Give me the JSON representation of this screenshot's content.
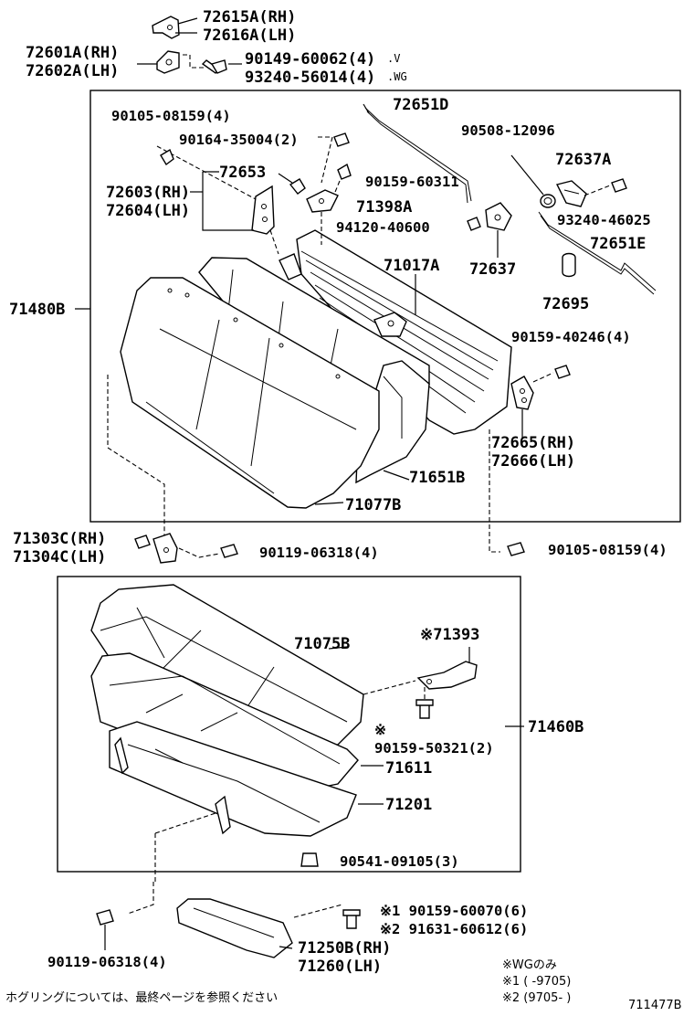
{
  "labels": {
    "p72615A": "72615A(RH)",
    "p72616A": "72616A(LH)",
    "p72601A": "72601A(RH)",
    "p72602A": "72602A(LH)",
    "p90149": "90149-60062(4)",
    "p90149_suffix": ".V",
    "p93240a": "93240-56014(4)",
    "p93240a_suffix": ".WG",
    "p90105top": "90105-08159(4)",
    "p72651D": "72651D",
    "p90508": "90508-12096",
    "p90164": "90164-35004(2)",
    "p72637A": "72637A",
    "p72653": "72653",
    "p90159_60311": "90159-60311",
    "p72603": "72603(RH)",
    "p72604": "72604(LH)",
    "p71398A": "71398A",
    "p93240b": "93240-46025",
    "p94120": "94120-40600",
    "p72651E": "72651E",
    "p71017A": "71017A",
    "p72637": "72637",
    "p71480B": "71480B",
    "p72695": "72695",
    "p90159_40246": "90159-40246(4)",
    "p72665": "72665(RH)",
    "p72666": "72666(LH)",
    "p71651B": "71651B",
    "p71077B": "71077B",
    "p71303C": "71303C(RH)",
    "p71304C": "71304C(LH)",
    "p90119mid": "90119-06318(4)",
    "p90105bot": "90105-08159(4)",
    "p71393": "※71393",
    "p71075B": "71075B",
    "p71460B": "71460B",
    "p9015950321_mark": "※",
    "p9015950321": "90159-50321(2)",
    "p71611": "71611",
    "p71201": "71201",
    "p90541": "90541-09105(3)",
    "p9015960070": "※1 90159-60070(6)",
    "p91631": "※2 91631-60612(6)",
    "p90119bot": "90119-06318(4)",
    "p71250B": "71250B(RH)",
    "p71260": "71260(LH)",
    "note_wg": "※WGのみ",
    "note_1": "※1 (       -9705)",
    "note_2": "※2 (9705-      )",
    "footer_note": "ホグリングについては、最終ページを参照ください",
    "diagram_id": "711477B"
  }
}
